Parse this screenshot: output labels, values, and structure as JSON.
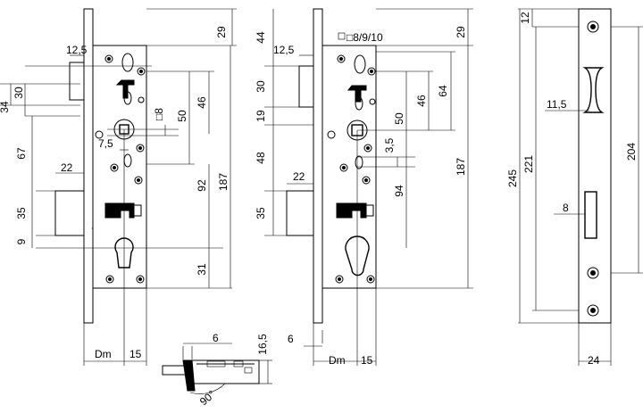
{
  "dimensions": {
    "view1": {
      "d29": "29",
      "d12_5": "12,5",
      "d30": "30",
      "d34": "34",
      "d46": "46",
      "sq8": "□8",
      "d50": "50",
      "d7_5": "7,5",
      "d67": "67",
      "d22": "22",
      "d92": "92",
      "d187": "187",
      "d35": "35",
      "d9": "9",
      "d31": "31",
      "dm": "Dm",
      "d15": "15"
    },
    "view2": {
      "sq8910": "□8/9/10",
      "d29": "29",
      "d44": "44",
      "d12_5": "12,5",
      "d30": "30",
      "d19": "19",
      "d46": "46",
      "d64": "64",
      "d50": "50",
      "d3_5": "3,5",
      "d48": "48",
      "d22": "22",
      "d94": "94",
      "d187": "187",
      "d35": "35",
      "d6": "6",
      "dm": "Dm",
      "d15": "15"
    },
    "bolt": {
      "d6": "6",
      "d16_5": "16,5",
      "d90": "90°"
    },
    "plate": {
      "d12": "12",
      "d11_5": "11,5",
      "d245": "245",
      "d221": "221",
      "d204": "204",
      "d8": "8",
      "d24": "24"
    }
  }
}
